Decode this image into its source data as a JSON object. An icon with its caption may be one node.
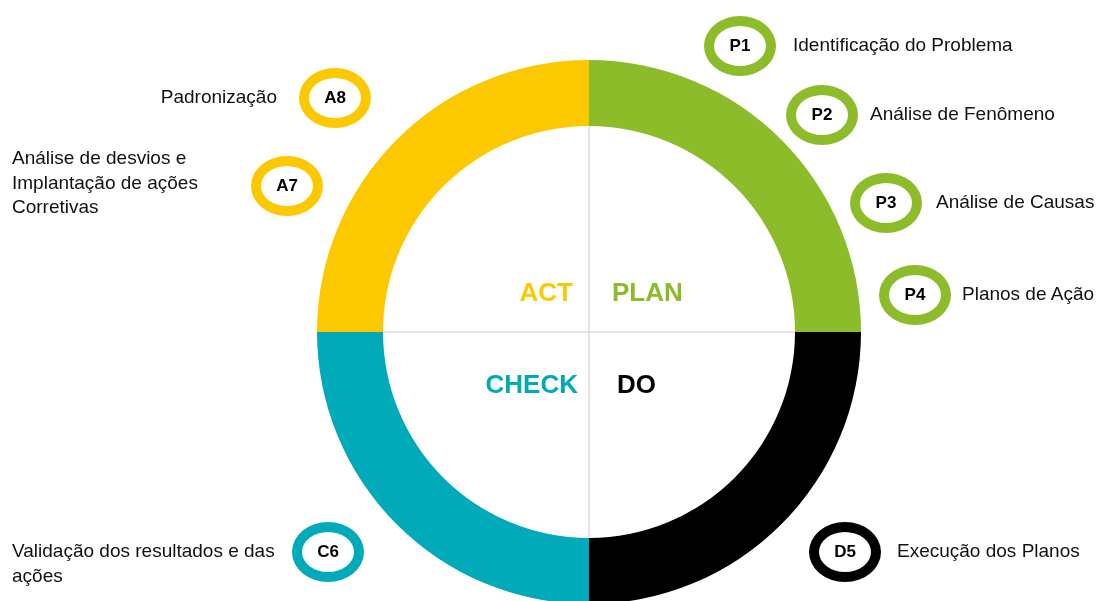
{
  "diagram": {
    "nodes": [
      {
        "text": [
          "P1"
        ],
        "beside": [
          "Identificação do Problema"
        ]
      },
      {
        "text": [
          "A8"
        ],
        "beside": [
          "Padronização"
        ]
      },
      {
        "text": [
          "P2"
        ],
        "beside": [
          "Análise de Fenômeno"
        ]
      },
      {
        "text": [
          "A7"
        ],
        "beside": [
          "Análise de desvios e Implantação de ações Corretivas"
        ]
      },
      {
        "text": [
          "P3"
        ],
        "beside": [
          "Análise de Causas"
        ]
      },
      {
        "text": [
          "P4"
        ],
        "beside": [
          "Planos de Ação"
        ]
      },
      {
        "text": [
          "C6"
        ],
        "beside": [
          "Validação dos resultados e das ações"
        ]
      },
      {
        "text": [
          "D5"
        ],
        "beside": [
          "Execução dos Planos"
        ]
      }
    ],
    "labels": [
      "ACT",
      "PLAN",
      "CHECK",
      "DO"
    ]
  }
}
